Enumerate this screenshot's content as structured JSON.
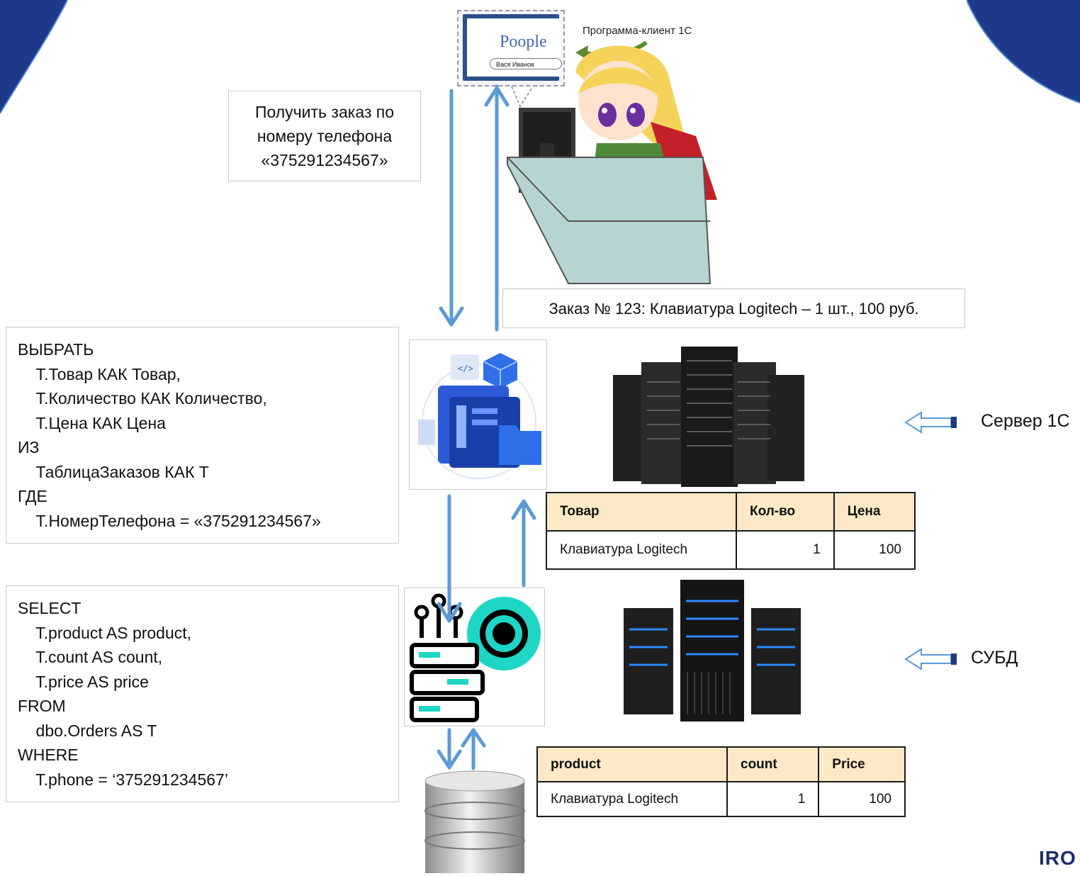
{
  "client": {
    "window_title": "Poople",
    "search_value": "Вася Иванов",
    "caption": "Программа-клиент 1С"
  },
  "request_note": {
    "lines": [
      "Получить заказ по",
      "номеру телефона",
      "«375291234567»"
    ]
  },
  "response_note": "Заказ № 123:  Клавиатура Logitech – 1 шт., 100 руб.",
  "query_1c": {
    "lines": [
      "ВЫБРАТЬ",
      "    Т.Товар КАК Товар,",
      "    Т.Количество КАК Количество,",
      "    Т.Цена КАК Цена",
      "ИЗ",
      "    ТаблицаЗаказов КАК Т",
      "ГДЕ",
      "    Т.НомерТелефона = «375291234567»"
    ]
  },
  "query_sql": {
    "lines": [
      "SELECT",
      "    T.product AS product,",
      "    T.count AS count,",
      "    T.price AS price",
      "FROM",
      "    dbo.Orders AS T",
      "WHERE",
      "    T.phone = ‘375291234567’"
    ]
  },
  "table_1c": {
    "headers": [
      "Товар",
      "Кол-во",
      "Цена"
    ],
    "row": [
      "Клавиатура Logitech",
      "1",
      "100"
    ]
  },
  "table_sql": {
    "headers": [
      "product",
      "count",
      "Price"
    ],
    "row": [
      "Клавиатура Logitech",
      "1",
      "100"
    ]
  },
  "labels": {
    "server": "Сервер 1С",
    "dbms": "СУБД"
  },
  "brand": "IRO",
  "colors": {
    "arrow": "#5b9bd5",
    "accent_blue": "#1d2c6b",
    "table_header": "#fde9c6",
    "gear": "#17d4c4"
  }
}
